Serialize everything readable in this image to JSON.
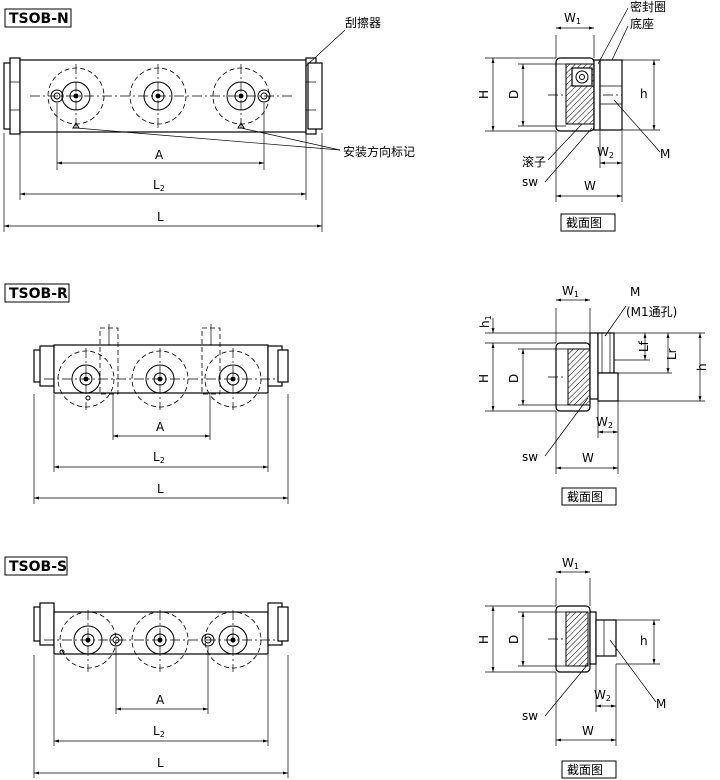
{
  "sections": [
    {
      "tag": "TSOB-N",
      "dims": {
        "A": "A",
        "L2": "L",
        "L2sub": "2",
        "L": "L"
      },
      "callouts": {
        "scraper": "刮擦器",
        "mark": "安装方向标记"
      },
      "side": {
        "W1": "W",
        "W1sub": "1",
        "W2": "W",
        "W2sub": "2",
        "W": "W",
        "H": "H",
        "D": "D",
        "h": "h",
        "M": "M",
        "seal": "密封圈",
        "base": "底座",
        "roller": "滚子",
        "sw": "sw",
        "caption": "截面图"
      }
    },
    {
      "tag": "TSOB-R",
      "dims": {
        "A": "A",
        "L2": "L",
        "L2sub": "2",
        "L": "L"
      },
      "side": {
        "W1": "W",
        "W1sub": "1",
        "W2": "W",
        "W2sub": "2",
        "W": "W",
        "H": "H",
        "D": "D",
        "h": "h",
        "h1": "h",
        "h1sub": "1",
        "Lf": "Lf",
        "Lr": "Lr",
        "M": "M",
        "Mnote": "(M1通孔)",
        "sw": "sw",
        "caption": "截面图"
      }
    },
    {
      "tag": "TSOB-S",
      "dims": {
        "A": "A",
        "L2": "L",
        "L2sub": "2",
        "L": "L"
      },
      "side": {
        "W1": "W",
        "W1sub": "1",
        "W2": "W",
        "W2sub": "2",
        "W": "W",
        "H": "H",
        "D": "D",
        "h": "h",
        "M": "M",
        "sw": "sw",
        "caption": "截面图"
      }
    }
  ]
}
